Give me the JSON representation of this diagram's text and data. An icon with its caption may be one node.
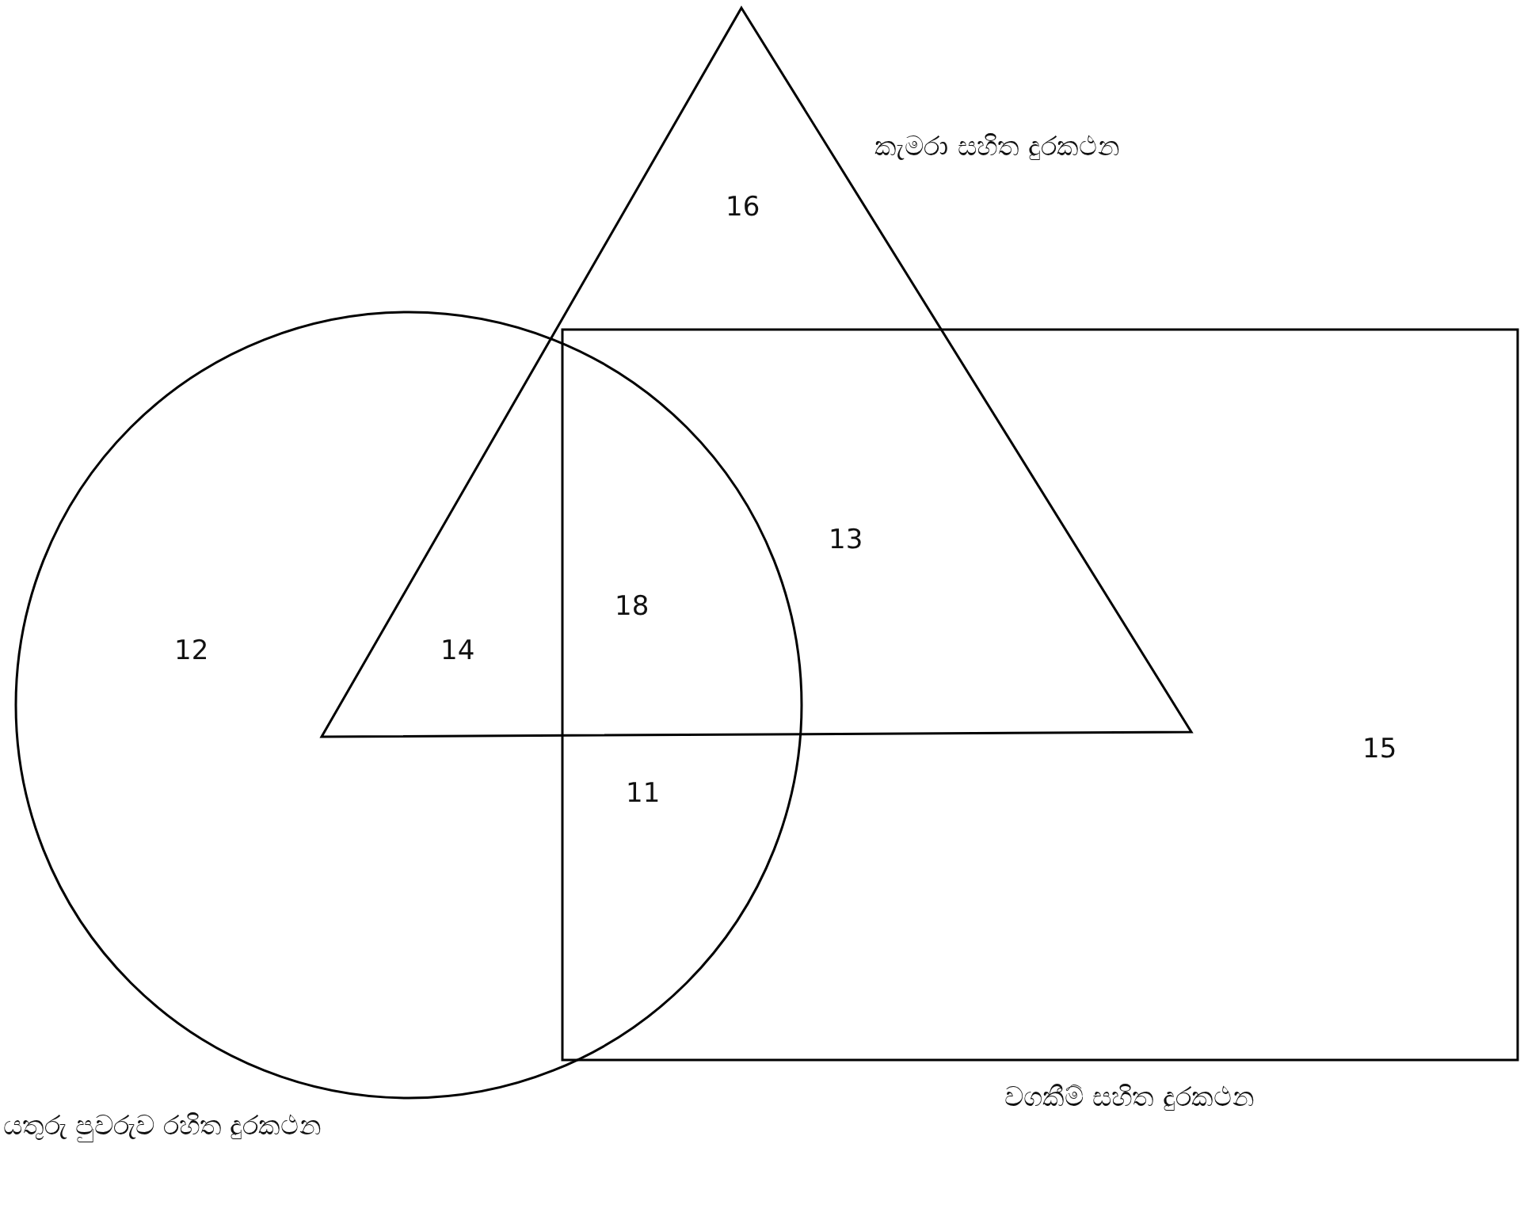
{
  "diagram": {
    "labels": [
      "කැමරා සහිත දුරකථන",
      "16",
      "13",
      "18",
      "12",
      "14",
      "15",
      "11",
      "වගකීම් සහිත දුරකථන",
      "යතුරු පුවරුව රහිත දුරකථන"
    ]
  }
}
